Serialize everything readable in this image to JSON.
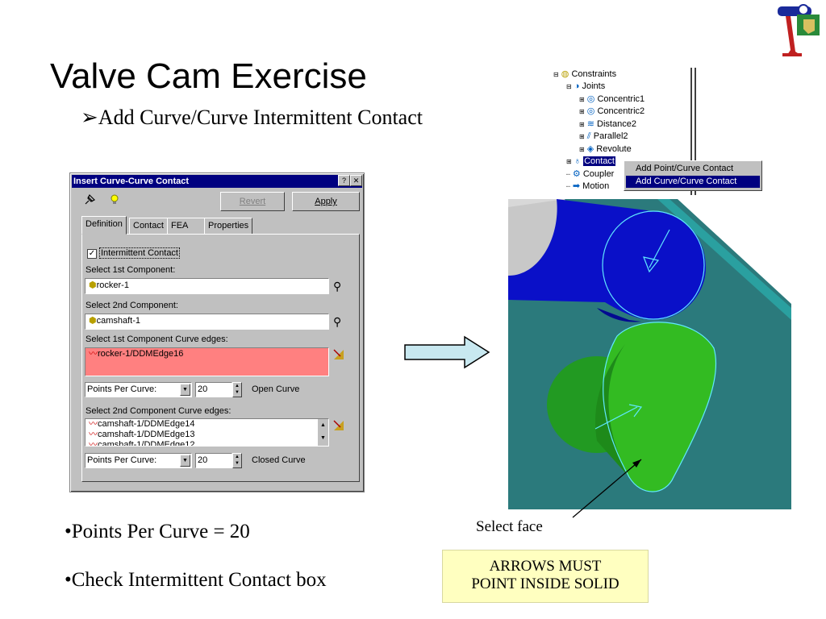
{
  "slide": {
    "title": "Valve Cam Exercise",
    "subtitle_marker": "➢",
    "subtitle": "Add Curve/Curve Intermittent Contact",
    "bullets": [
      "•Points Per Curve = 20",
      "•Check Intermittent Contact box"
    ],
    "callout": "Select face",
    "note_line1": "ARROWS MUST",
    "note_line2": "POINT INSIDE SOLID"
  },
  "dialog": {
    "title": "Insert Curve-Curve Contact",
    "help_btn": "?",
    "close_btn": "✕",
    "revert": "Revert",
    "apply": "Apply",
    "tabs": [
      "Definition",
      "Contact",
      "FEA",
      "Properties"
    ],
    "intermittent_label": "Intermittent Contact",
    "intermittent_checked": true,
    "select_1st_label": "Select 1st Component:",
    "component_1": "rocker-1",
    "select_2nd_label": "Select 2nd Component:",
    "component_2": "camshaft-1",
    "edges_1_label": "Select 1st Component Curve edges:",
    "edges_1": [
      "rocker-1/DDMEdge16"
    ],
    "points_mode_1": "Points Per Curve:",
    "points_1": "20",
    "curve_type_1": "Open Curve",
    "edges_2_label": "Select 2nd Component Curve edges:",
    "edges_2": [
      "camshaft-1/DDMEdge14",
      "camshaft-1/DDMEdge13",
      "camshaft-1/DDMEdge12"
    ],
    "points_mode_2": "Points Per Curve:",
    "points_2": "20",
    "curve_type_2": "Closed Curve"
  },
  "tree": {
    "items": [
      {
        "label": "Constraints",
        "icon": "constraints-icon"
      },
      {
        "label": "Joints",
        "icon": "joints-icon"
      },
      {
        "label": "Concentric1",
        "icon": "concentric-icon"
      },
      {
        "label": "Concentric2",
        "icon": "concentric-icon"
      },
      {
        "label": "Distance2",
        "icon": "distance-icon"
      },
      {
        "label": "Parallel2",
        "icon": "parallel-icon"
      },
      {
        "label": "Revolute",
        "icon": "revolute-icon"
      },
      {
        "label": "Contact",
        "icon": "contact-icon"
      },
      {
        "label": "Coupler",
        "icon": "coupler-icon"
      },
      {
        "label": "Motion",
        "icon": "motion-icon"
      }
    ],
    "menu": [
      "Add Point/Curve Contact",
      "Add Curve/Curve Contact"
    ]
  },
  "colors": {
    "titlebar": "#000080",
    "highlight_field": "#ff8080",
    "cam_green": "#33aa22",
    "rocker_blue": "#0a10c8",
    "plate_teal": "#2b7e80",
    "note_bg": "#ffffc0"
  }
}
